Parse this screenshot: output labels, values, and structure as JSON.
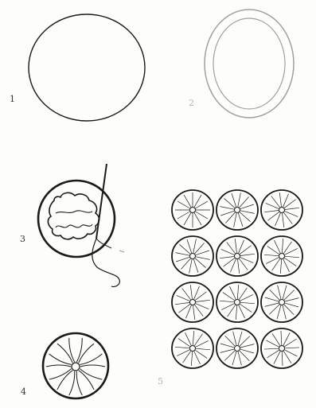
{
  "figures": [
    {
      "id": "1",
      "label": "1"
    },
    {
      "id": "2",
      "label": "2"
    },
    {
      "id": "3",
      "label": "3"
    },
    {
      "id": "4",
      "label": "4"
    },
    {
      "id": "5",
      "label": "5"
    }
  ],
  "grid": {
    "rows": 4,
    "cols": 3
  },
  "colors": {
    "ink": "#1a1a1a",
    "faint_ink": "#9a9a9a",
    "paper": "#fdfdfb"
  }
}
